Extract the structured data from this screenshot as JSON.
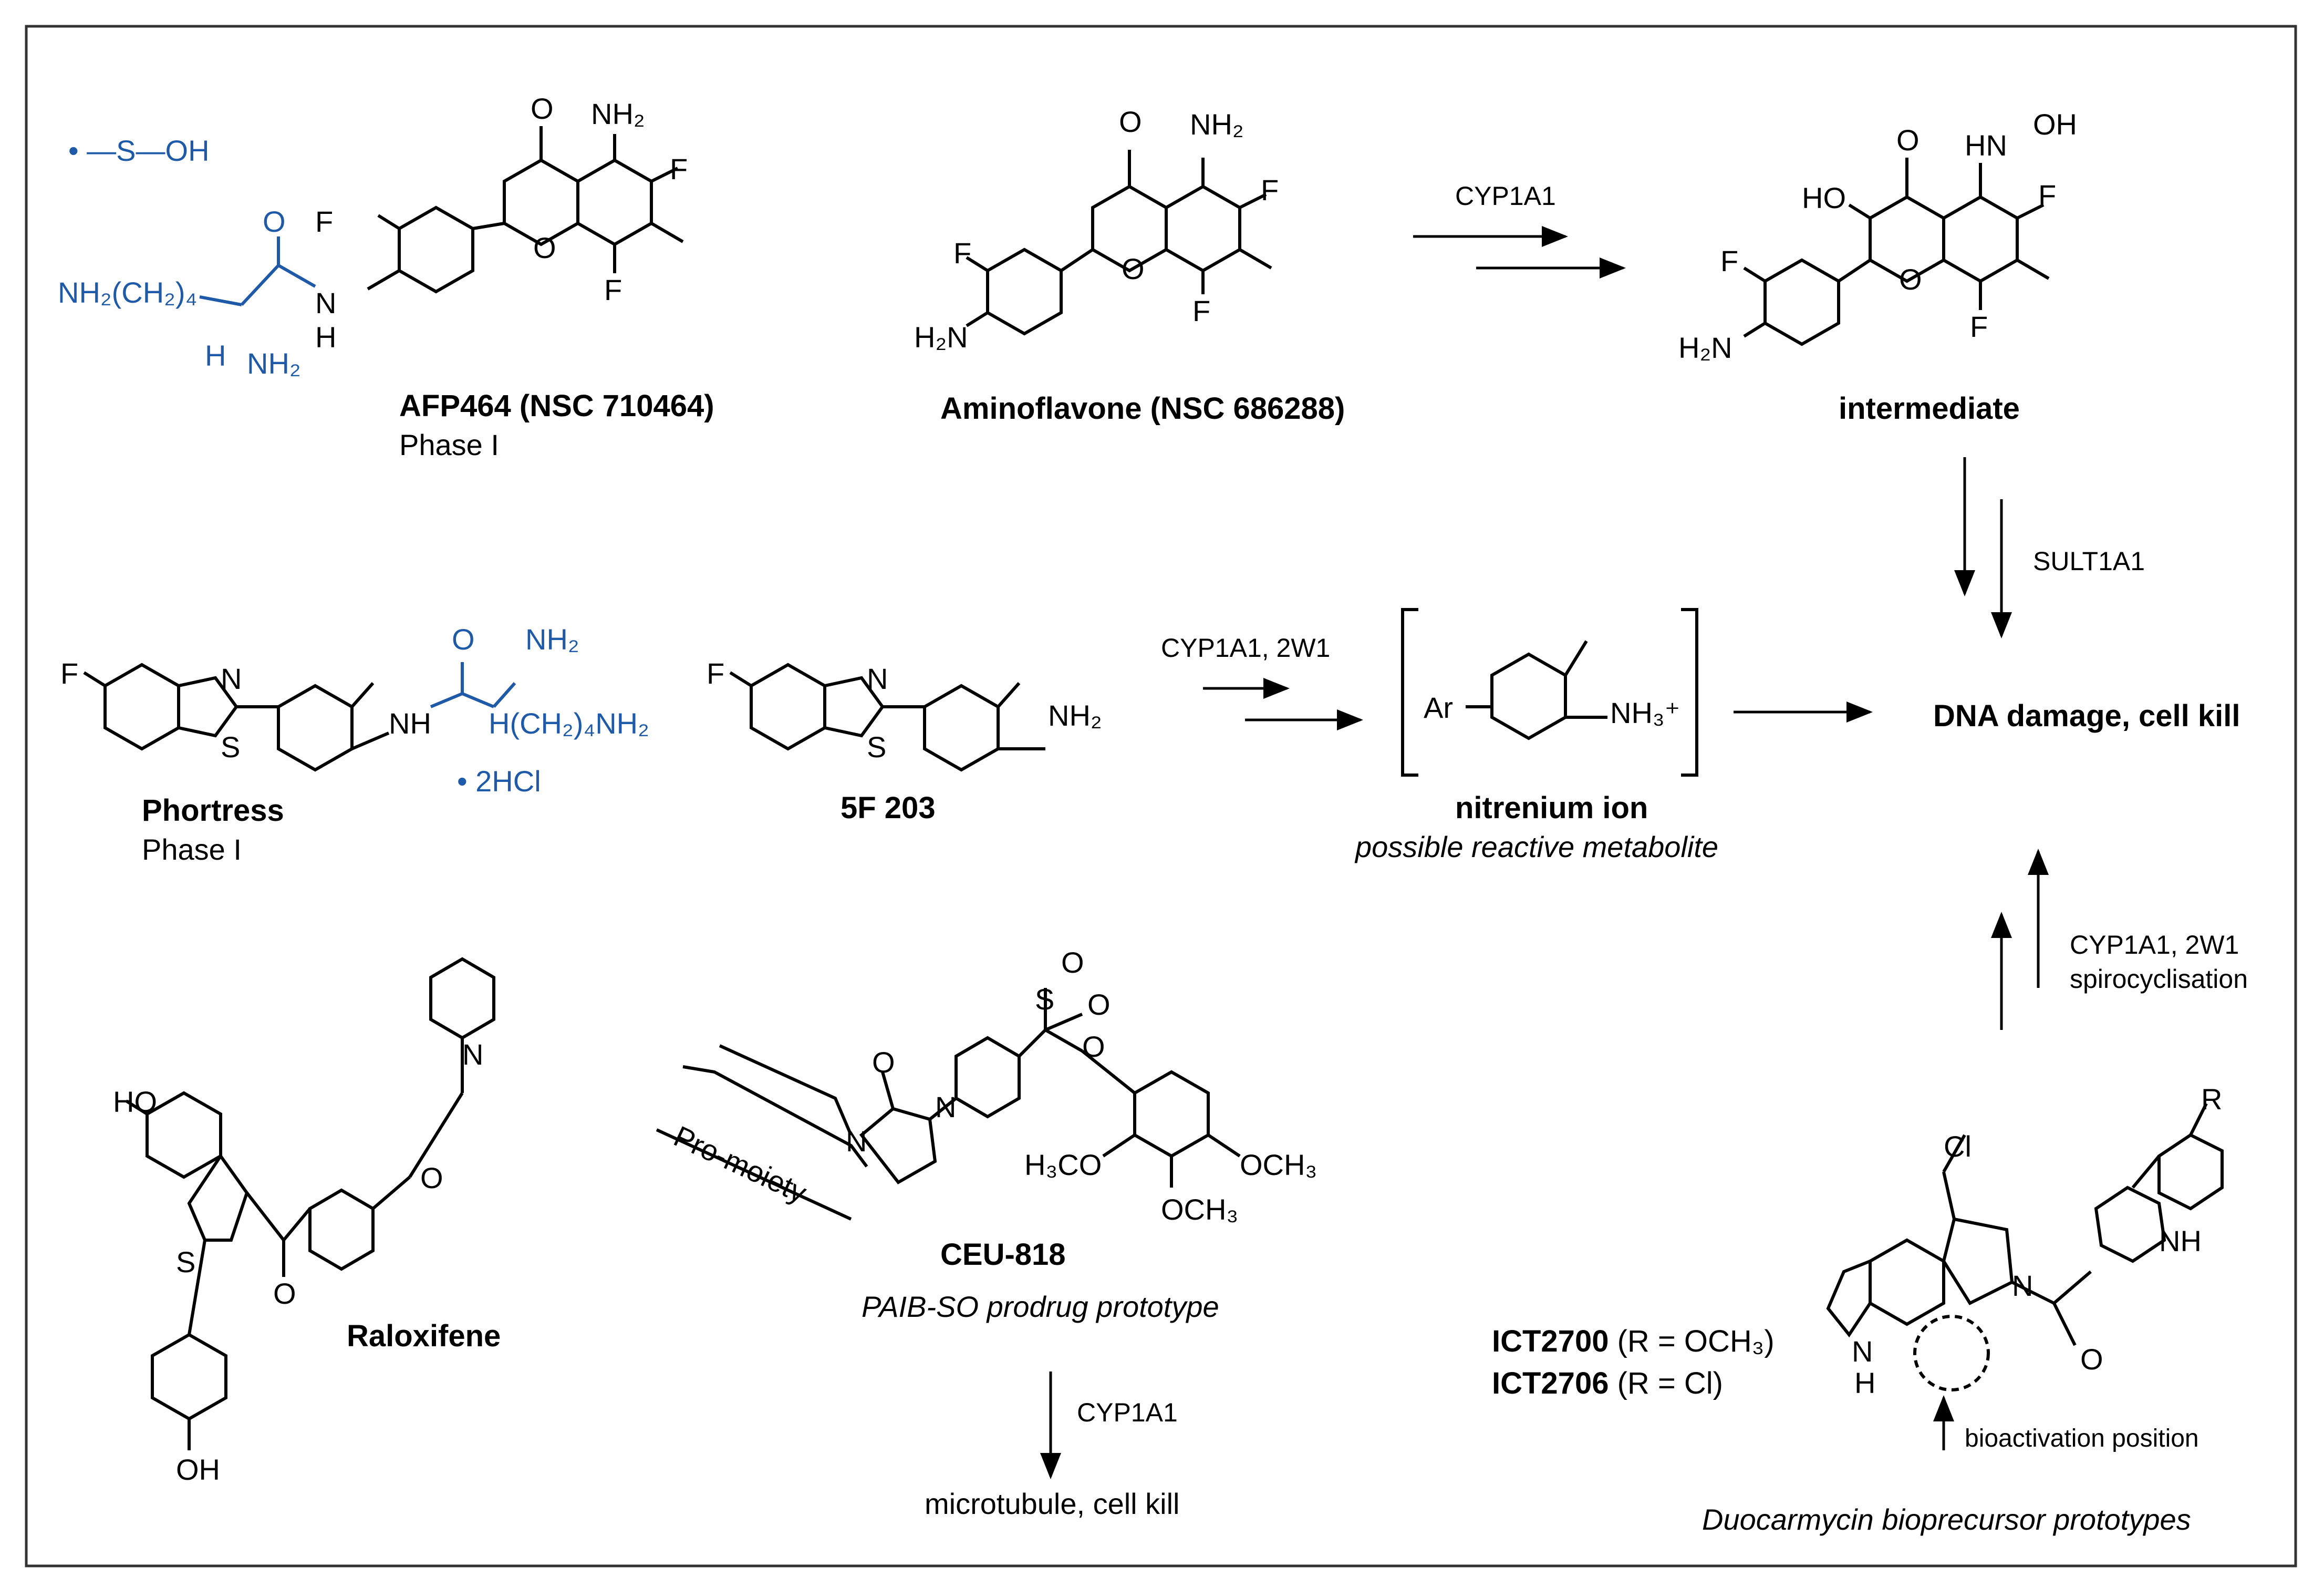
{
  "colors": {
    "ink": "#000000",
    "blue": "#1f5aa8",
    "frame": "#333333"
  },
  "atoms": {
    "O": "O",
    "NH2": "NH₂",
    "F": "F",
    "S": "S",
    "OH": "OH",
    "H": "H",
    "N": "N",
    "HO": "HO",
    "HN": "HN",
    "Cl": "Cl",
    "R": "R",
    "NH": "NH",
    "Ar": "Ar",
    "NH3plus": "NH₃⁺",
    "H2N": "H₂N",
    "OCH3": "OCH₃",
    "H3CO": "H₃CO",
    "lysine_chain": "NH₂(CH₂)₄",
    "lysine_tail": "H(CH₂)₄NH₂",
    "sulfonic": "•  —S—OH",
    "dot_2hcl": "• 2HCl"
  },
  "compounds": {
    "afp464": {
      "name": "AFP464 (NSC 710464)",
      "status": "Phase I"
    },
    "aminoflavone": {
      "name": "Aminoflavone (NSC 686288)"
    },
    "intermediate": {
      "name": "intermediate"
    },
    "phortress": {
      "name": "Phortress",
      "status": "Phase I"
    },
    "f203": {
      "name": "5F 203"
    },
    "nitrenium": {
      "name": "nitrenium ion",
      "note": "possible reactive metabolite"
    },
    "raloxifene": {
      "name": "Raloxifene"
    },
    "ceu818": {
      "name": "CEU-818",
      "note": "PAIB-SO prodrug prototype",
      "promoiety": "Pro-moiety"
    },
    "duocarmycin": {
      "ict2700": "ICT2700",
      "ict2700_r": "(R = OCH₃)",
      "ict2706": "ICT2706",
      "ict2706_r": "(R = Cl)",
      "bioactivation": "bioactivation position",
      "caption": "Duocarmycin bioprecursor prototypes"
    }
  },
  "arrows": {
    "cyp1a1_top": "CYP1A1",
    "sult1a1": "SULT1A1",
    "cyp_2w1_mid": "CYP1A1, 2W1",
    "cyp_2w1_right": "CYP1A1, 2W1",
    "spiro": "spirocyclisation",
    "cyp1a1_bottom": "CYP1A1"
  },
  "outcomes": {
    "dna": "DNA damage, cell kill",
    "microtubule": "microtubule, cell kill"
  }
}
